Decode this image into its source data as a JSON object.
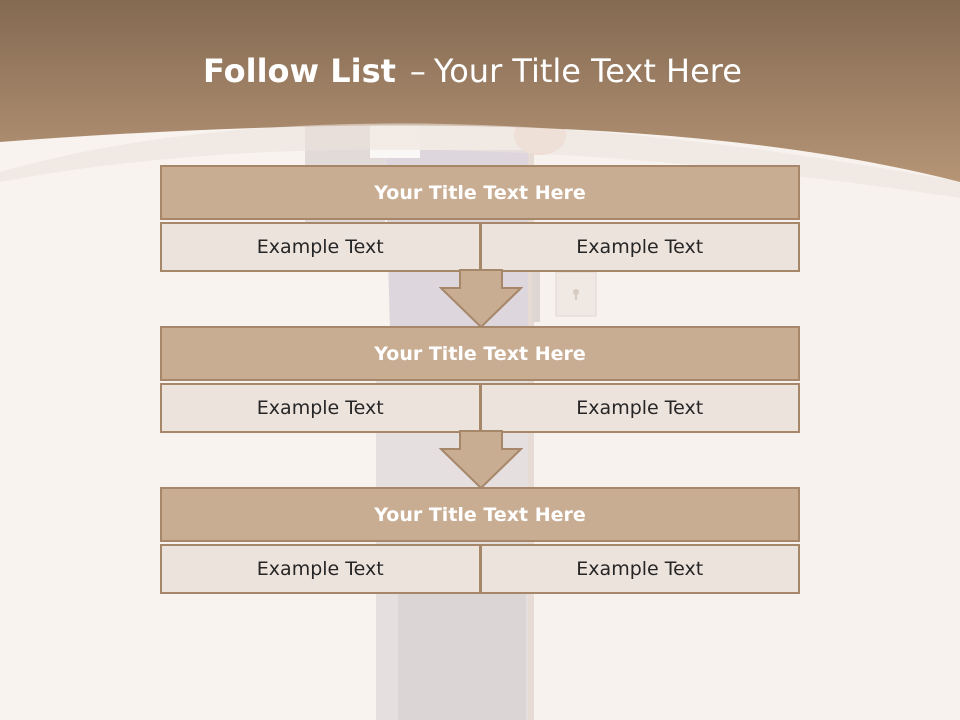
{
  "slide": {
    "title_bold": "Follow List",
    "title_dash": "–",
    "title_rest": "Your Title Text Here"
  },
  "blocks": [
    {
      "title": "Your Title Text Here",
      "cells": [
        "Example Text",
        "Example Text"
      ]
    },
    {
      "title": "Your Title Text Here",
      "cells": [
        "Example Text",
        "Example Text"
      ]
    },
    {
      "title": "Your Title Text Here",
      "cells": [
        "Example Text",
        "Example Text"
      ]
    }
  ],
  "colors": {
    "header_brown": "#9a7b5f",
    "block_title_fill": "#c9ad93",
    "cell_fill": "#ede3dd",
    "border": "#a6876a",
    "background": "#f8f3ef"
  }
}
